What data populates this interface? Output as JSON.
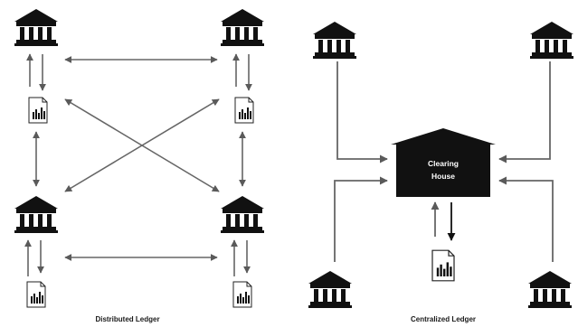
{
  "distributed": {
    "caption": "Distributed Ledger",
    "banks": [
      {
        "name": "bank-top-left"
      },
      {
        "name": "bank-top-right"
      },
      {
        "name": "bank-bottom-left"
      },
      {
        "name": "bank-bottom-right"
      }
    ]
  },
  "centralized": {
    "caption": "Centralized Ledger",
    "clearing_house": {
      "line1": "Clearing",
      "line2": "House"
    },
    "banks": [
      {
        "name": "bank-top-left"
      },
      {
        "name": "bank-top-right"
      },
      {
        "name": "bank-bottom-left"
      },
      {
        "name": "bank-bottom-right"
      }
    ]
  }
}
